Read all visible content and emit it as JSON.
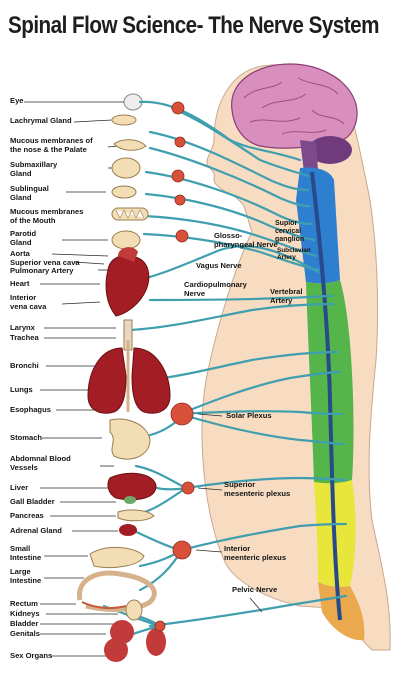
{
  "title": "Spinal Flow Science- The Nerve System",
  "organ_labels": {
    "eye": [
      "Eye"
    ],
    "lachrymal_gland": [
      "Lachrymal Gland"
    ],
    "mucous_nose": [
      "Mucous membranes of",
      "the nose & the Palate"
    ],
    "submaxillary_gland": [
      "Submaxillary",
      "Gland"
    ],
    "sublingual_gland": [
      "Sublingual",
      "Gland"
    ],
    "mucous_mouth": [
      "Mucous membranes",
      "of the Mouth"
    ],
    "parotid_gland": [
      "Parotid",
      "Gland"
    ],
    "aorta": [
      "Aorta"
    ],
    "superior_vena_cava": [
      "Superior vena cava"
    ],
    "pulmonary_artery": [
      "Pulmonary Artery"
    ],
    "heart": [
      "Heart"
    ],
    "interior_vena_cava": [
      "Interior",
      "vena cava"
    ],
    "larynx": [
      "Larynx"
    ],
    "trachea": [
      "Trachea"
    ],
    "bronchi": [
      "Bronchi"
    ],
    "lungs": [
      "Lungs"
    ],
    "esophagus": [
      "Esophagus"
    ],
    "stomach": [
      "Stomach"
    ],
    "abdominal_blood_vessels": [
      "Abdomnal Blood",
      "Vessels"
    ],
    "liver": [
      "Liver"
    ],
    "gall_bladder": [
      "Gall Bladder"
    ],
    "pancreas": [
      "Pancreas"
    ],
    "adrenal_gland": [
      "Adrenal Gland"
    ],
    "small_intestine": [
      "Small",
      "Intestine"
    ],
    "large_intestine": [
      "Large",
      "Intestine"
    ],
    "rectum": [
      "Rectum"
    ],
    "kidneys": [
      "Kidneys"
    ],
    "bladder": [
      "Bladder"
    ],
    "genitals": [
      "Genitals"
    ],
    "sex_organs": [
      "Sex Organs"
    ]
  },
  "nerve_labels": {
    "glossopharyngeal_nerve": [
      "Glosso-",
      "pharyngeal Nerve"
    ],
    "superior_cervical_ganglion": [
      "Supior",
      "cervical",
      "ganglion"
    ],
    "subclavian_artery": [
      "Subclavian",
      "Artery"
    ],
    "vagus_nerve": [
      "Vagus Nerve"
    ],
    "cardiopulmonary_nerve": [
      "Cardiopulmonary",
      "Nerve"
    ],
    "vertebral_artery": [
      "Vertebral",
      "Artery"
    ],
    "solar_plexus": [
      "Solar Plexus"
    ],
    "superior_mesenteric_plexus": [
      "Superior",
      "mesenteric plexus"
    ],
    "interior_mesenteric_plexus": [
      "Interior",
      "meenteric plexus"
    ],
    "pelvic_nerve": [
      "Pelvic Nerve"
    ]
  },
  "colors": {
    "nerve": "#3f9fae",
    "nerve_dark": "#1f6e7d",
    "ganglion": "#d8503a",
    "skin": "#f7dcc1",
    "brain": "#d88fbd",
    "cerebellum": "#6f3b7d",
    "spine_cervical": "#2f7fd1",
    "spine_thoracic": "#55b54a",
    "spine_lumbar": "#e8e63a",
    "spine_sacral": "#e9a94c",
    "heart_lungs": "#a21e24",
    "organ_beige": "#f3ddb4"
  }
}
